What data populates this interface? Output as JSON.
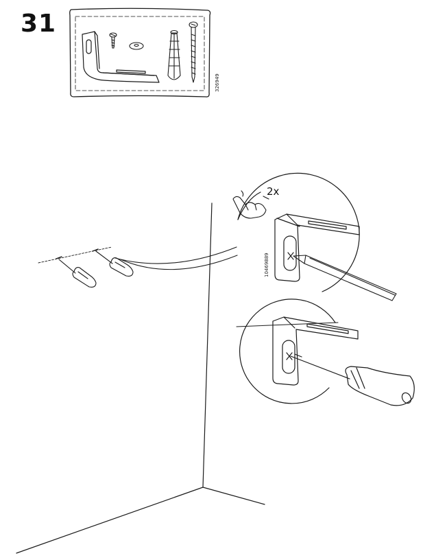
{
  "step": {
    "number": "31"
  },
  "parts_box": {
    "code": "326949"
  },
  "detail_top": {
    "code": "10469889",
    "quantity": "2x"
  }
}
